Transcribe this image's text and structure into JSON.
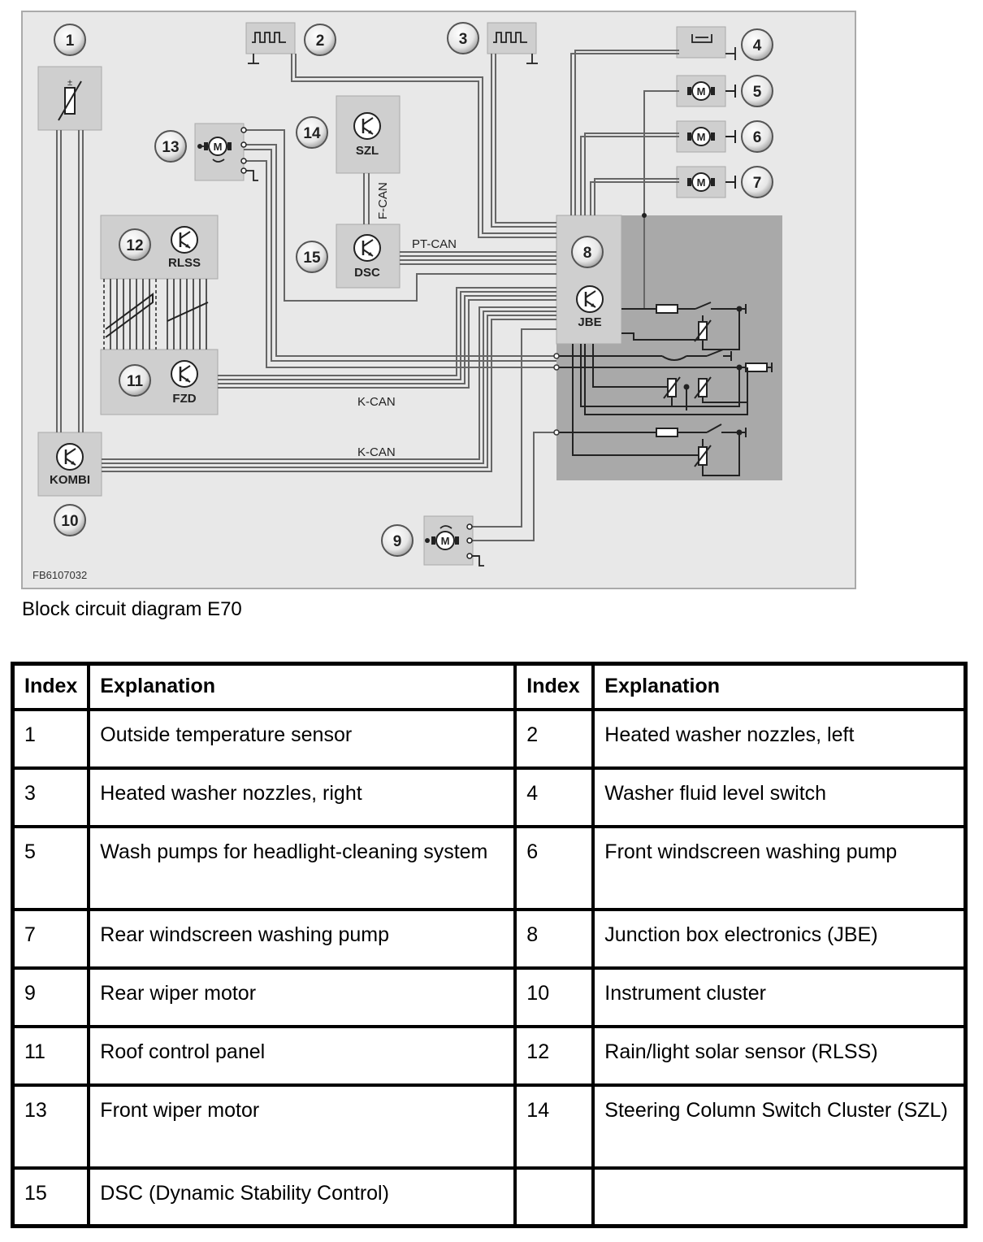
{
  "figure": {
    "code": "FB6107032",
    "module_labels": {
      "szl": "SZL",
      "dsc": "DSC",
      "rlss": "RLSS",
      "fzd": "FZD",
      "kombi": "KOMBI",
      "jbe": "JBE"
    },
    "bus_labels": {
      "f_can": "F-CAN",
      "pt_can": "PT-CAN",
      "k_can_1": "K-CAN",
      "k_can_2": "K-CAN"
    },
    "callouts": [
      "1",
      "2",
      "3",
      "4",
      "5",
      "6",
      "7",
      "8",
      "9",
      "10",
      "11",
      "12",
      "13",
      "14",
      "15"
    ]
  },
  "caption": "Block circuit diagram E70",
  "legend": {
    "headers": {
      "index": "Index",
      "explanation": "Explanation"
    },
    "rows": [
      {
        "i1": "1",
        "e1": "Outside temperature sensor",
        "i2": "2",
        "e2": "Heated washer nozzles, left"
      },
      {
        "i1": "3",
        "e1": "Heated washer nozzles, right",
        "i2": "4",
        "e2": "Washer fluid level switch"
      },
      {
        "i1": "5",
        "e1": "Wash pumps for headlight-cleaning system",
        "i2": "6",
        "e2": "Front windscreen washing pump"
      },
      {
        "i1": "7",
        "e1": "Rear windscreen washing pump",
        "i2": "8",
        "e2": "Junction box electronics (JBE)"
      },
      {
        "i1": "9",
        "e1": "Rear wiper motor",
        "i2": "10",
        "e2": "Instrument cluster"
      },
      {
        "i1": "11",
        "e1": "Roof control panel",
        "i2": "12",
        "e2": "Rain/light solar sensor (RLSS)"
      },
      {
        "i1": "13",
        "e1": "Front wiper motor",
        "i2": "14",
        "e2": "Steering Column Switch Cluster (SZL)"
      },
      {
        "i1": "15",
        "e1": "DSC (Dynamic Stability Control)",
        "i2": "",
        "e2": ""
      }
    ]
  }
}
